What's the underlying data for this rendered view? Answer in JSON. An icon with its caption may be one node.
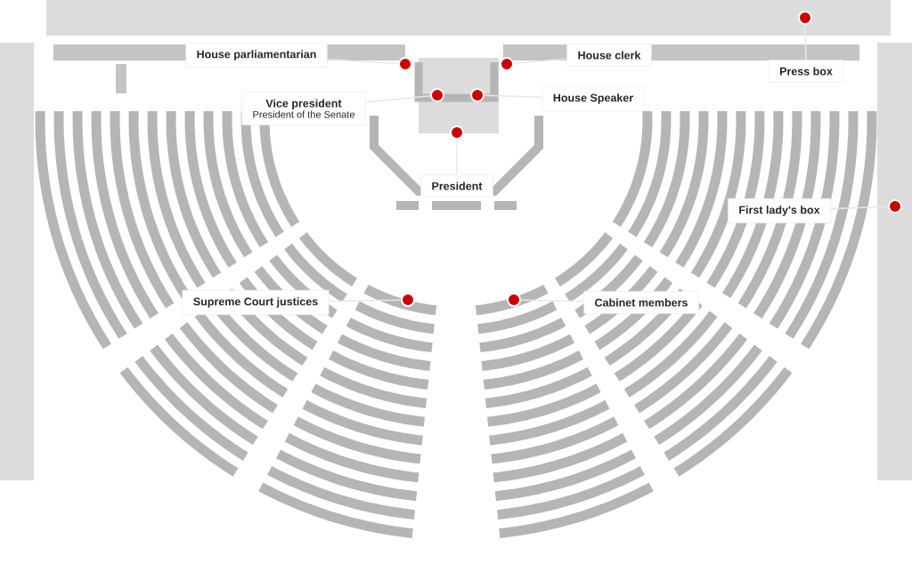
{
  "diagram": {
    "nodes": [
      {
        "text": [
          "House parliamentarian"
        ]
      },
      {
        "text": [
          "Vice president",
          "President of the Senate"
        ]
      },
      {
        "text": [
          "House clerk"
        ]
      },
      {
        "text": [
          "House Speaker"
        ]
      },
      {
        "text": [
          "President"
        ]
      },
      {
        "text": [
          "Press box"
        ]
      },
      {
        "text": [
          "First lady's box"
        ]
      },
      {
        "text": [
          "Supreme Court justices"
        ]
      },
      {
        "text": [
          "Cabinet members"
        ]
      },
      {
        "text": [],
        "shape": "circle"
      },
      {
        "text": [],
        "shape": "circle"
      },
      {
        "text": [],
        "shape": "circle"
      },
      {
        "text": [],
        "shape": "circle"
      },
      {
        "text": [],
        "shape": "circle"
      },
      {
        "text": [],
        "shape": "circle"
      },
      {
        "text": [],
        "shape": "circle"
      },
      {
        "text": [],
        "shape": "circle"
      },
      {
        "text": [],
        "shape": "circle"
      }
    ],
    "edges": [
      {
        "from": 0,
        "to": 9,
        "arrow": "none"
      },
      {
        "from": 1,
        "to": 10,
        "arrow": "none"
      },
      {
        "from": 2,
        "to": 11,
        "arrow": "none"
      },
      {
        "from": 3,
        "to": 12,
        "arrow": "none"
      },
      {
        "from": 4,
        "to": 13,
        "arrow": "none"
      },
      {
        "from": 5,
        "to": 14,
        "arrow": "none"
      },
      {
        "from": 6,
        "to": 15,
        "arrow": "none"
      },
      {
        "from": 7,
        "to": 16,
        "arrow": "none"
      },
      {
        "from": 8,
        "to": 17,
        "arrow": "none"
      }
    ]
  }
}
